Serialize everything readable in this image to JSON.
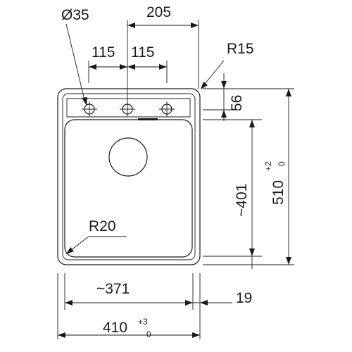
{
  "dimensions": {
    "hole_diameter": "Ø35",
    "tap_spacing_total": "205",
    "tap_spacing_left": "115",
    "tap_spacing_right": "115",
    "corner_radius_outer": "R15",
    "deck_depth": "56",
    "bowl_length": "~401",
    "overall_length": "510",
    "overall_length_tol_upper": "+2",
    "overall_length_tol_lower": "0",
    "corner_radius_bowl": "R20",
    "bowl_width": "~371",
    "edge_offset": "19",
    "overall_width": "410",
    "overall_width_tol_upper": "+3",
    "overall_width_tol_lower": "0"
  }
}
